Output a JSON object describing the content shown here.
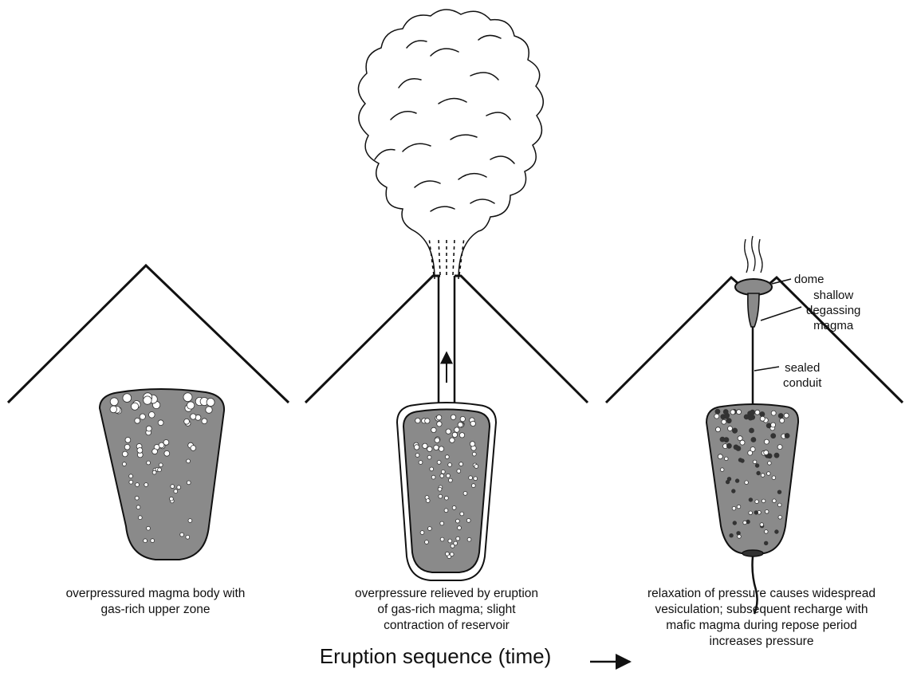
{
  "panels": [
    {
      "caption": "overpressured magma body with\ngas-rich upper zone"
    },
    {
      "caption": "overpressure relieved by eruption\nof gas-rich magma; slight\ncontraction of reservoir"
    },
    {
      "caption": "relaxation of pressure causes widespread\nvesiculation; subsequent recharge with\nmafic magma during repose period\nincreases pressure"
    }
  ],
  "labels": {
    "dome": "dome",
    "shallow_degassing": "shallow\ndegassing\nmagma",
    "sealed_conduit": "sealed\nconduit"
  },
  "footer": {
    "title": "Eruption sequence (time)"
  },
  "colors": {
    "magma": "#8a8a8a",
    "outline": "#111111",
    "bubble": "#ffffff"
  }
}
